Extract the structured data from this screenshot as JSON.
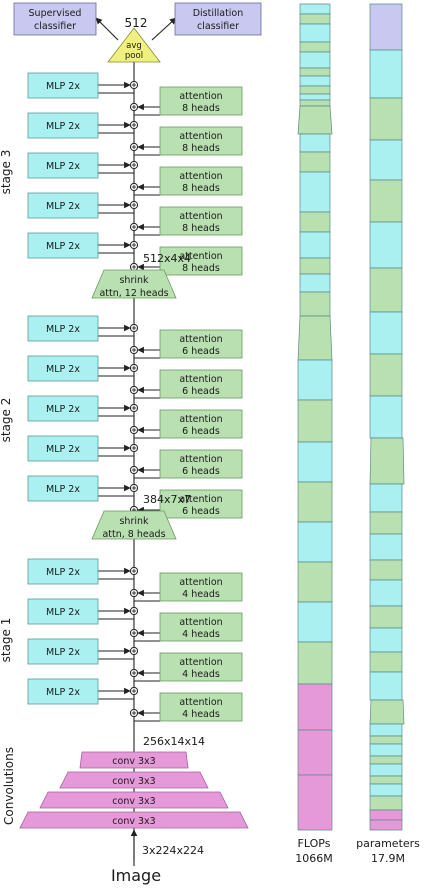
{
  "colors": {
    "mlp": "#aaf0f0",
    "attention": "#b9e0b0",
    "conv": "#e699d9",
    "pool": "#f0f080",
    "classifier": "#c8c8f0",
    "bar_stroke": "#5a8a8a"
  },
  "head": {
    "supervised": [
      "Supervised",
      "classifier"
    ],
    "distillation": [
      "Distillation",
      "classifier"
    ],
    "pool_dim": "512",
    "pool_label": [
      "avg",
      "pool"
    ]
  },
  "mlp_label": "MLP 2x",
  "attention_label": "attention",
  "stages": [
    {
      "name": "stage 3",
      "heads": "8 heads",
      "blocks": 5,
      "output_dim": "512x4x4"
    },
    {
      "name": "stage 2",
      "heads": "6 heads",
      "blocks": 5,
      "output_dim": "384x7x7"
    },
    {
      "name": "stage 1",
      "heads": "4 heads",
      "blocks": 4,
      "output_dim": "256x14x14"
    }
  ],
  "shrink": [
    {
      "label": [
        "shrink",
        "attn, 12 heads"
      ]
    },
    {
      "label": [
        "shrink",
        "attn, 8 heads"
      ]
    }
  ],
  "convolutions": {
    "section_label": "Convolutions",
    "layers": [
      "conv 3x3",
      "conv 3x3",
      "conv 3x3",
      "conv 3x3"
    ]
  },
  "input": {
    "dim": "3x224x224",
    "label": "Image"
  },
  "bars": {
    "flops": {
      "label": [
        "FLOPs",
        "1066M"
      ]
    },
    "params": {
      "label": [
        "parameters",
        "17.9M"
      ]
    }
  }
}
